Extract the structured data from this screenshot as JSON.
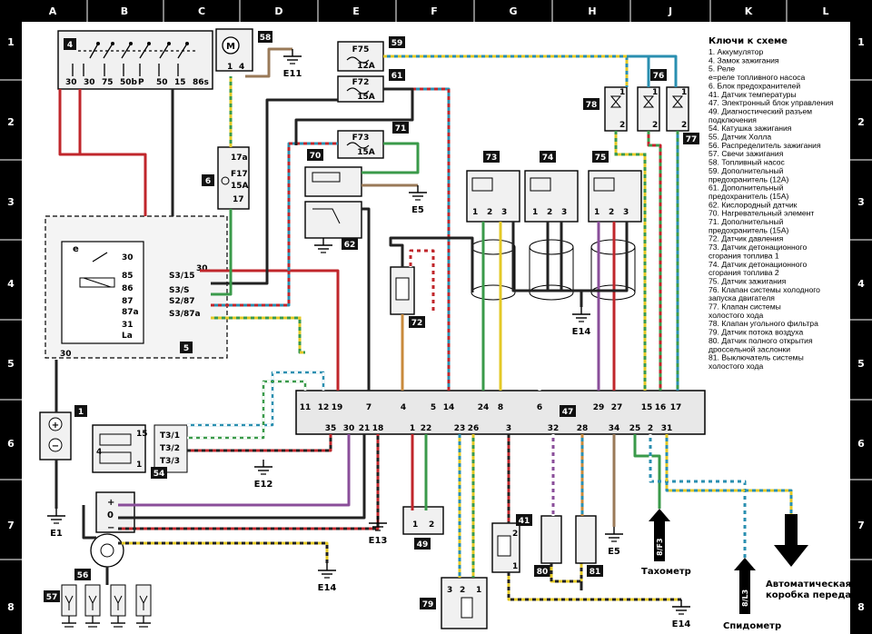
{
  "grid": {
    "columns": [
      "A",
      "B",
      "C",
      "D",
      "E",
      "F",
      "G",
      "H",
      "J",
      "K",
      "L"
    ],
    "rows": [
      "1",
      "2",
      "3",
      "4",
      "5",
      "6",
      "7",
      "8"
    ]
  },
  "legend": {
    "title": "Ключи к схеме",
    "items": [
      "1. Аккумулятор",
      "4. Замок зажигания",
      "5. Реле",
      "е=реле топливного насоса",
      "6. Блок предохранителей",
      "41. Датчик температуры",
      "47. Электронный блок управления",
      "49. Диагностический разъем",
      "подключения",
      "54. Катушка зажигания",
      "55. Датчик Холла",
      "56. Распределитель зажигания",
      "57. Свечи зажигания",
      "58. Топливный насос",
      "59. Дополнительный",
      "предохранитель (12А)",
      "61. Дополнительный",
      "предохранитель (15А)",
      "62. Кислородный датчик",
      "70. Нагревательный элемент",
      "71. Дополнительный",
      "предохранитель (15А)",
      "72. Датчик давления",
      "73. Датчик детонационного",
      "сгорания топлива 1",
      "74. Датчик детонационного",
      "сгорания топлива 2",
      "75. Датчик зажигания",
      "76. Клапан системы холодного",
      "запуска двигателя",
      "77. Клапан системы",
      "холостого хода",
      "78. Клапан угольного фильтра",
      "79. Датчик потока воздуха",
      "80. Датчик полного открытия",
      "дроссельной заслонки",
      "81. Выключатель системы",
      "холостого хода"
    ]
  },
  "components": {
    "c1": "1",
    "c4": "4",
    "c5": "5",
    "c6": "6",
    "c41": "41",
    "c47": "47",
    "c49": "49",
    "c54": "54",
    "c56": "56",
    "c57": "57",
    "c58": "58",
    "c59": "59",
    "c61": "61",
    "c62": "62",
    "c70": "70",
    "c71": "71",
    "c72": "72",
    "c73": "73",
    "c74": "74",
    "c75": "75",
    "c76": "76",
    "c77": "77",
    "c78": "78",
    "c79": "79",
    "c80": "80",
    "c81": "81"
  },
  "fuses": {
    "f75": "F75",
    "f75a": "12A",
    "f72": "F72",
    "f72a": "15A",
    "f73": "F73",
    "f73a": "15A",
    "f17": "F17",
    "f17a": "15A",
    "f17t": "17a",
    "f17b": "17"
  },
  "ignition_terminals": [
    "30",
    "30",
    "75",
    "50b",
    "P",
    "50",
    "15",
    "86s"
  ],
  "relay_terminals": [
    "30",
    "85",
    "86",
    "87",
    "87a",
    "31",
    "La"
  ],
  "relay_labels": [
    "S3/15",
    "S3/S",
    "S2/87",
    "S3/87a"
  ],
  "relay_e": "e",
  "ecu_top_pins": [
    "11",
    "12",
    "19",
    "7",
    "4",
    "5",
    "14",
    "24",
    "8",
    "6",
    "29",
    "27",
    "15",
    "16",
    "17"
  ],
  "ecu_bottom_pins": [
    "35",
    "30",
    "21",
    "18",
    "1",
    "22",
    "23",
    "26",
    "3",
    "32",
    "28",
    "34",
    "25",
    "2",
    "31"
  ],
  "coil_pins": [
    "T3/1",
    "T3/2",
    "T3/3"
  ],
  "coil_terms": [
    "15",
    "4",
    "1"
  ],
  "grounds": {
    "e1": "E1",
    "e5a": "E5",
    "e5b": "E5",
    "e11": "E11",
    "e12": "E12",
    "e13": "E13",
    "e14a": "E14",
    "e14b": "E14",
    "e14c": "E14"
  },
  "arrows": {
    "tacho_code": "8/F3",
    "tacho": "Тахометр",
    "speedo_code": "8/L3",
    "speedo": "Спидометр",
    "gearbox": [
      "Автоматическая",
      "коробка передач"
    ]
  },
  "hall_signs": [
    "+",
    "0",
    "−"
  ],
  "pump_motor": "M",
  "pump_pins": [
    "1",
    "4"
  ]
}
